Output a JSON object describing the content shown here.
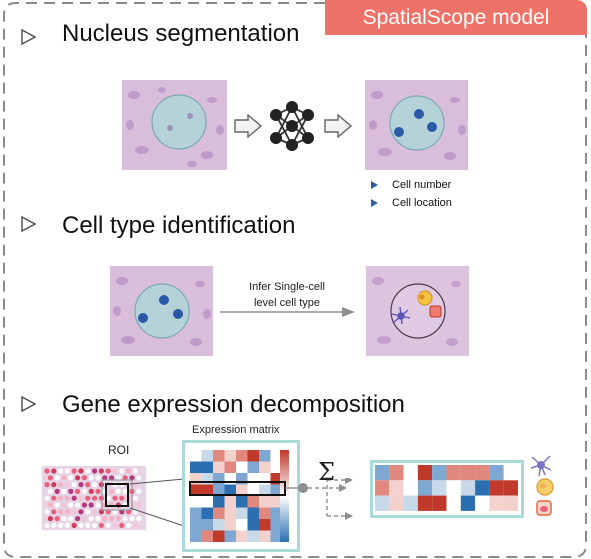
{
  "badge_label": "SpatialScope model",
  "sections": [
    {
      "title": "Nucleus segmentation"
    },
    {
      "title": "Cell type identification"
    },
    {
      "title": "Gene expression decomposition"
    }
  ],
  "nucleus": {
    "outputs": [
      "Cell number",
      "Cell location"
    ]
  },
  "celltype": {
    "arrow_label_line1": "Infer Single-cell",
    "arrow_label_line2": "level cell type"
  },
  "decomposition": {
    "roi_label": "ROI",
    "matrix_label": "Expression matrix",
    "sum_symbol": "Σ"
  },
  "colors": {
    "badge": "#ee7267",
    "tissue": "#c9a8cf",
    "nucleus_blue": "#2a5aa7",
    "matrix_frame": "#a9d9d8",
    "heat_red": "#c0392b",
    "heat_blue": "#2c6fb0",
    "border_dash": "#8a8a8a"
  }
}
